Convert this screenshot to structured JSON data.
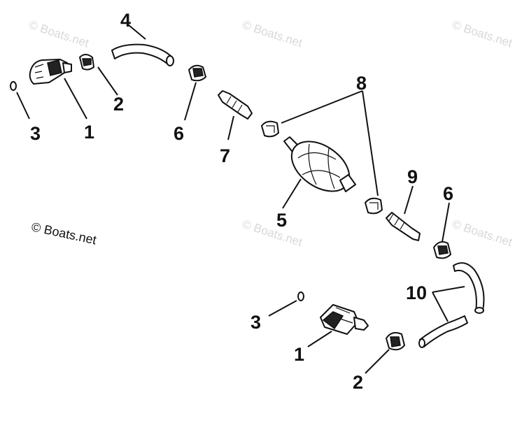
{
  "diagram": {
    "callouts": {
      "c1a": "1",
      "c2a": "2",
      "c3a": "3",
      "c4": "4",
      "c5": "5",
      "c6a": "6",
      "c6b": "6",
      "c7": "7",
      "c8": "8",
      "c9": "9",
      "c10": "10",
      "c1b": "1",
      "c2b": "2",
      "c3b": "3"
    },
    "copyright": "© Boats.net",
    "watermark": "© Boats.net",
    "line_color": "#111111",
    "watermark_color": "#d8d8d8"
  }
}
